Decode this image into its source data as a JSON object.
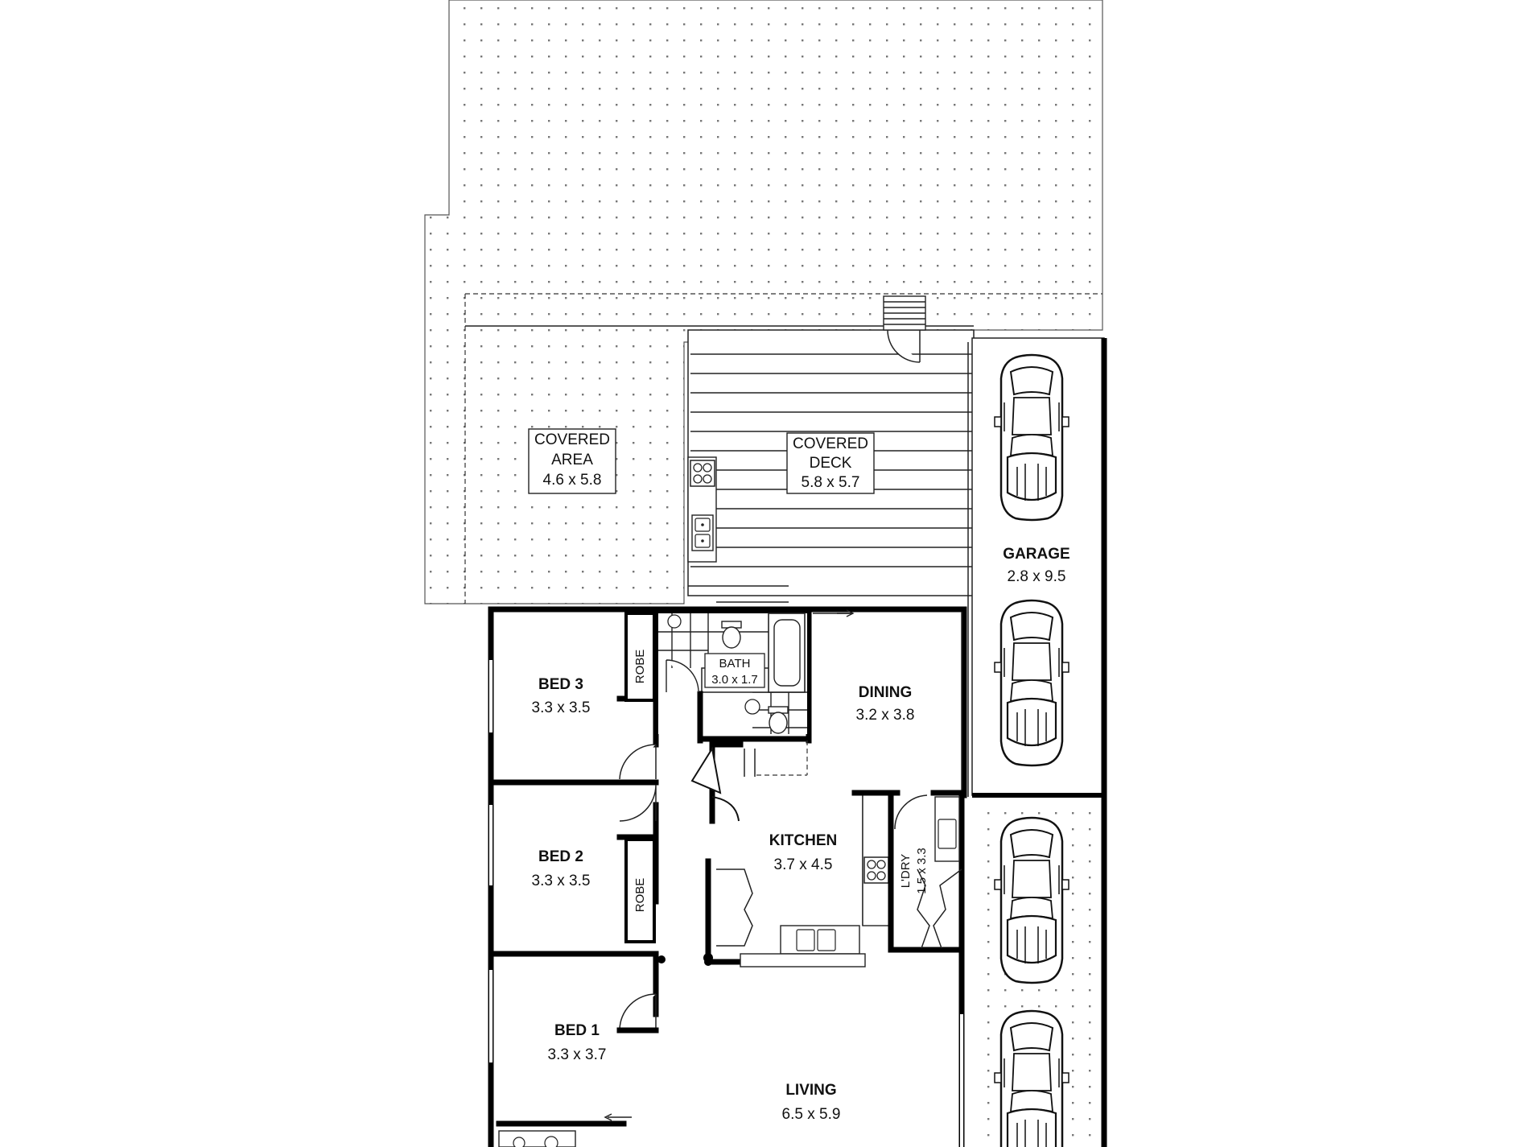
{
  "rooms": {
    "covered_area": {
      "name_line1": "COVERED",
      "name_line2": "AREA",
      "size": "4.6 x 5.8"
    },
    "covered_deck": {
      "name_line1": "COVERED",
      "name_line2": "DECK",
      "size": "5.8 x 5.7"
    },
    "garage": {
      "name": "GARAGE",
      "size": "2.8 x 9.5"
    },
    "bed3": {
      "name": "BED 3",
      "size": "3.3 x 3.5",
      "robe": "ROBE"
    },
    "bed2": {
      "name": "BED 2",
      "size": "3.3 x 3.5",
      "robe": "ROBE"
    },
    "bed1": {
      "name": "BED 1",
      "size": "3.3 x 3.7"
    },
    "bath": {
      "name": "BATH",
      "size": "3.0 x 1.7"
    },
    "dining": {
      "name": "DINING",
      "size": "3.2 x 3.8"
    },
    "kitchen": {
      "name": "KITCHEN",
      "size": "3.7 x 4.5"
    },
    "laundry": {
      "name": "L'DRY",
      "size": "1.5 x 3.3"
    },
    "living": {
      "name": "LIVING",
      "size": "6.5 x 5.9"
    }
  },
  "colors": {
    "wall": "#000000",
    "line": "#222222",
    "dot": "#777777",
    "background": "#ffffff"
  },
  "icons": [
    "car-icon",
    "cooktop-icon",
    "sink-icon",
    "toilet-icon",
    "basin-icon",
    "bathtub-icon",
    "door-swing-icon"
  ]
}
